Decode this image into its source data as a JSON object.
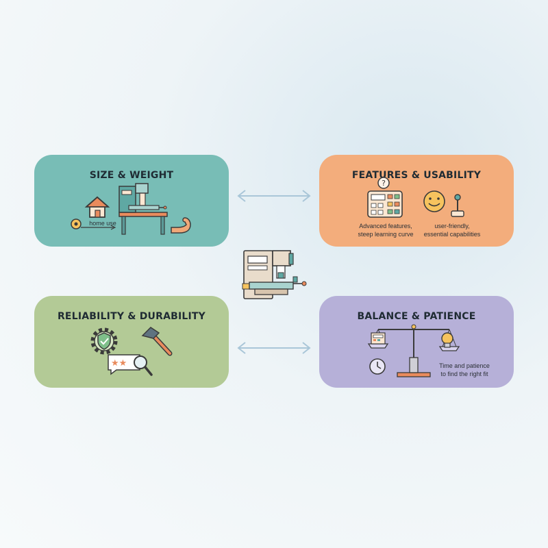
{
  "cards": {
    "size": {
      "title": "SIZE & WEIGHT",
      "caption": "home use"
    },
    "features": {
      "title": "FEATURES & USABILITY",
      "caption_left_1": "Advanced features,",
      "caption_left_2": "steep learning curve",
      "caption_right_1": "user-friendly,",
      "caption_right_2": "essential capabilities"
    },
    "reliability": {
      "title": "RELIABILITY & DURABILITY"
    },
    "balance": {
      "title": "BALANCE & PATIENCE",
      "caption_1": "Time and patience",
      "caption_2": "to find the right fit"
    }
  },
  "colors": {
    "teal": "#78bdb6",
    "orange": "#f3ad7c",
    "green": "#b3ca96",
    "purple": "#b6b0d8",
    "arrow": "#a9c6d8"
  },
  "icons": [
    "house-icon",
    "tape-measure-icon",
    "milling-machine-icon",
    "workbench-icon",
    "flexed-arm-icon",
    "question-bubble-icon",
    "control-panel-icon",
    "smiley-icon",
    "joystick-icon",
    "shield-gear-icon",
    "hammer-icon",
    "star-review-icon",
    "magnifier-icon",
    "balance-scale-icon",
    "clock-icon",
    "lightbulb-icon",
    "central-machine-icon"
  ]
}
